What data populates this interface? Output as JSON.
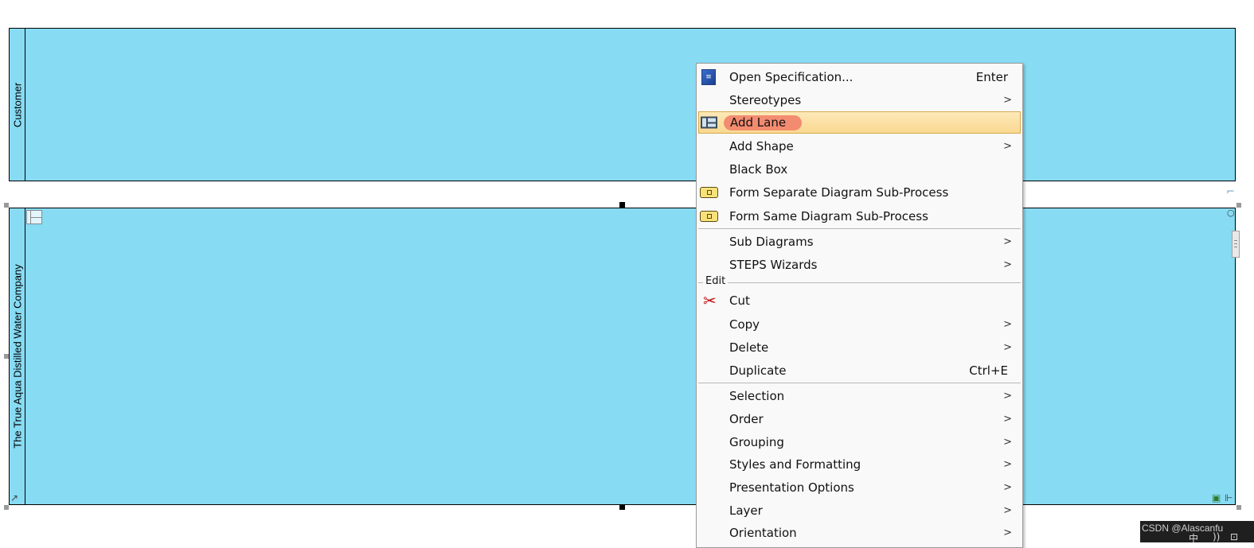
{
  "diagram": {
    "pools": [
      {
        "name": "Customer"
      },
      {
        "name": "The True Aqua Distilled Water Company"
      }
    ]
  },
  "context_menu": {
    "items": {
      "open_specification": {
        "label": "Open Specification...",
        "shortcut": "Enter",
        "icon": "specification-icon"
      },
      "stereotypes": {
        "label": "Stereotypes",
        "submenu_arrow": ">"
      },
      "add_lane": {
        "label": "Add Lane",
        "icon": "lane-icon",
        "highlighted": true
      },
      "add_shape": {
        "label": "Add Shape",
        "submenu_arrow": ">"
      },
      "black_box": {
        "label": "Black Box"
      },
      "form_separate": {
        "label": "Form Separate Diagram Sub-Process",
        "icon": "sub-process-icon"
      },
      "form_same": {
        "label": "Form Same Diagram Sub-Process",
        "icon": "sub-process-icon"
      },
      "sub_diagrams": {
        "label": "Sub Diagrams",
        "submenu_arrow": ">"
      },
      "steps_wizards": {
        "label": "STEPS Wizards",
        "submenu_arrow": ">"
      },
      "cut": {
        "label": "Cut",
        "icon": "scissors-icon"
      },
      "copy": {
        "label": "Copy",
        "submenu_arrow": ">"
      },
      "delete": {
        "label": "Delete",
        "submenu_arrow": ">"
      },
      "duplicate": {
        "label": "Duplicate",
        "shortcut": "Ctrl+E"
      },
      "selection": {
        "label": "Selection",
        "submenu_arrow": ">"
      },
      "order": {
        "label": "Order",
        "submenu_arrow": ">"
      },
      "grouping": {
        "label": "Grouping",
        "submenu_arrow": ">"
      },
      "styles": {
        "label": "Styles and Formatting",
        "submenu_arrow": ">"
      },
      "presentation": {
        "label": "Presentation Options",
        "submenu_arrow": ">"
      },
      "layer": {
        "label": "Layer",
        "submenu_arrow": ">"
      },
      "orientation": {
        "label": "Orientation",
        "submenu_arrow": ">"
      }
    },
    "edit_section_label": "Edit"
  },
  "watermark": {
    "text": "CSDN @Alascanfu"
  },
  "taskbar": {
    "ime": "中"
  },
  "colors": {
    "pool_fill": "#87dbf3",
    "menu_bg": "#f9f9f9",
    "highlight": "#fad891",
    "highlight_mark": "#f2826a"
  }
}
